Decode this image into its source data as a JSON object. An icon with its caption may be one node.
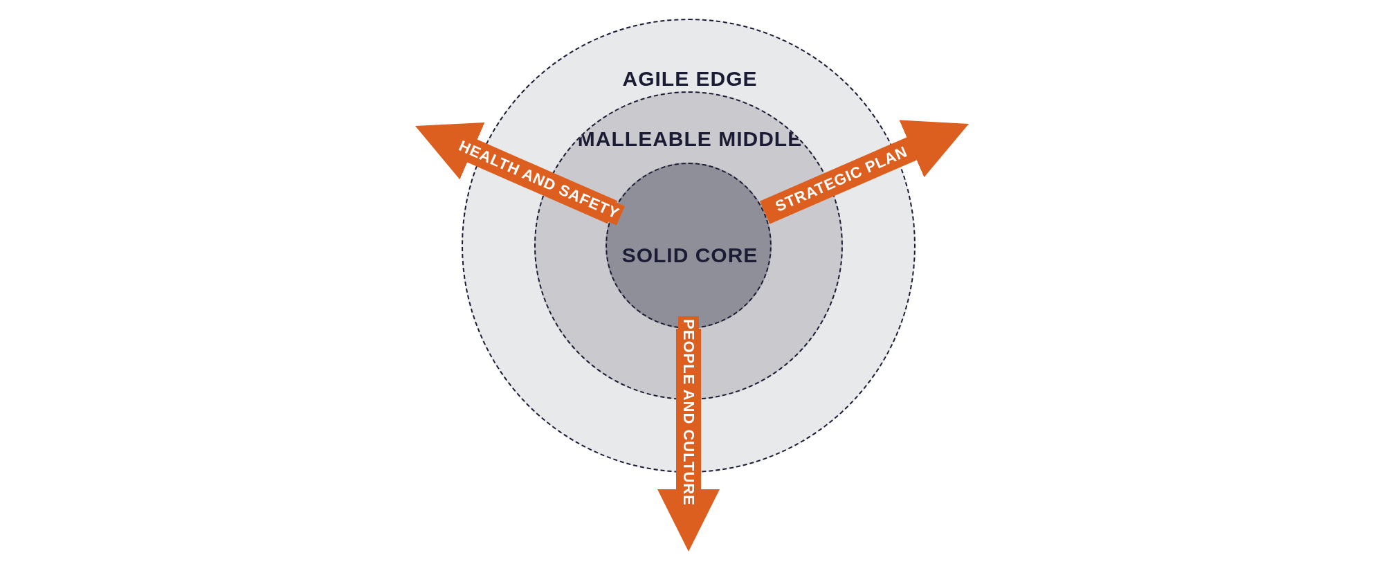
{
  "diagram": {
    "nodes": [
      {
        "text": [
          "AGILE EDGE"
        ]
      },
      {
        "text": [
          "MALLEABLE MIDDLE"
        ],
        "in": 0
      },
      {
        "text": [
          "SOLID CORE"
        ],
        "in": 1
      }
    ],
    "edges": [
      {
        "from": 2,
        "to": null,
        "arrow": "to",
        "label": "HEALTH AND SAFETY"
      },
      {
        "from": 2,
        "to": null,
        "arrow": "to",
        "label": "STRATEGIC PLAN"
      },
      {
        "from": 2,
        "to": null,
        "arrow": "to",
        "label": "PEOPLE AND CULTURE"
      }
    ]
  }
}
